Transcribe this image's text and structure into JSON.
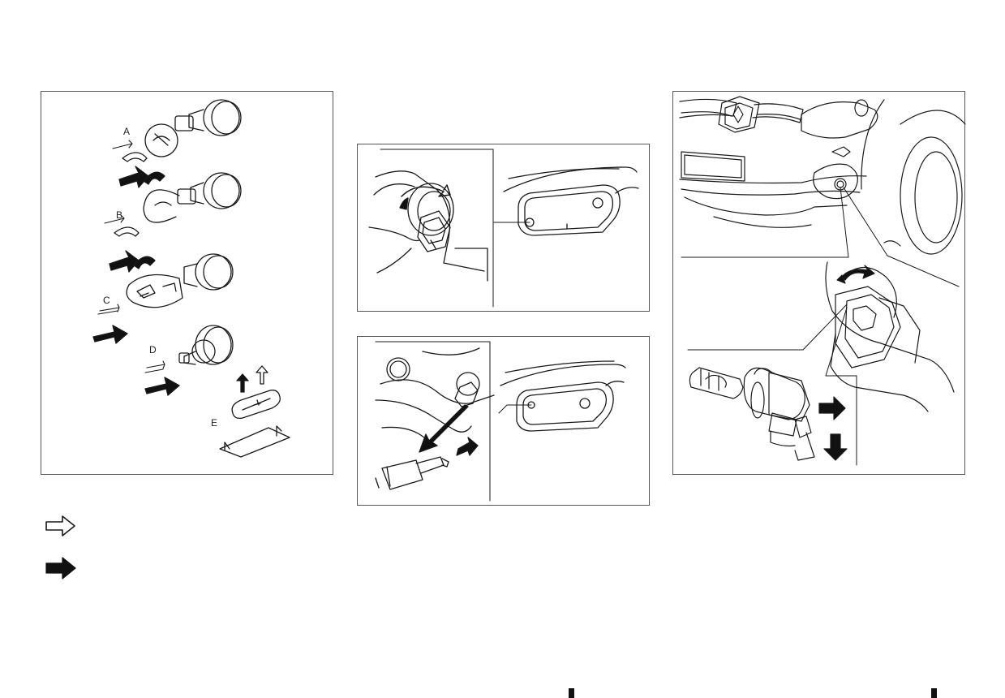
{
  "figure1": {
    "labels": [
      "A",
      "B",
      "C",
      "D",
      "E"
    ]
  },
  "legend": {
    "icons": [
      "outline-arrow-icon",
      "solid-arrow-icon"
    ]
  },
  "colors": {
    "line": "#1a1a1a",
    "border": "#555555",
    "background": "#ffffff"
  }
}
